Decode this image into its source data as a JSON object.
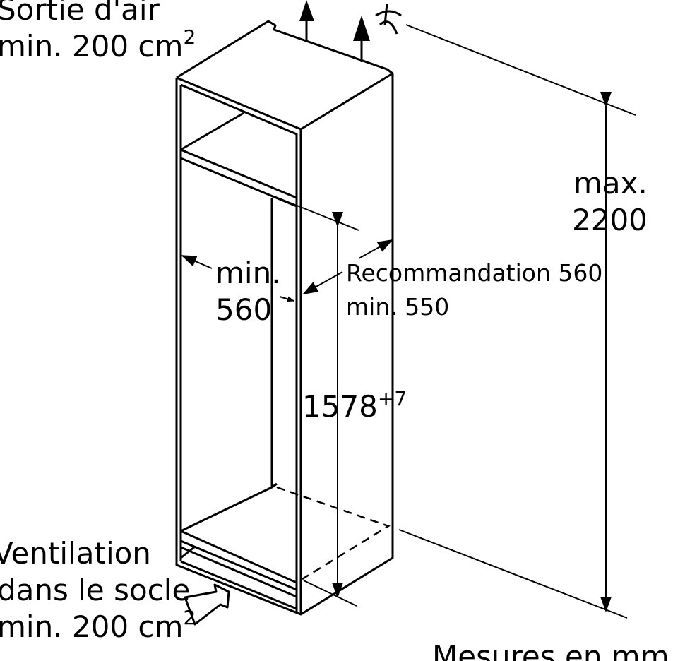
{
  "labels": {
    "air_outlet_line1": "Sortie d'air",
    "air_outlet_line2": "min. 200 cm",
    "air_outlet_sup": "2",
    "max_height_line1": "max.",
    "max_height_line2": "2200",
    "min_width_line1": "min.",
    "min_width_line2": "560",
    "depth_line1": "Recommandation 560",
    "depth_line2": "min. 550",
    "niche_height": "1578",
    "niche_height_tolerance": "+7",
    "plinth_vent_line1": "Ventilation",
    "plinth_vent_line2": "dans le socle",
    "plinth_vent_line3": "min. 200 cm",
    "plinth_vent_sup": "2",
    "units_note": "Mesures en mm"
  },
  "colors": {
    "line": "#000000",
    "background": "#ffffff"
  }
}
